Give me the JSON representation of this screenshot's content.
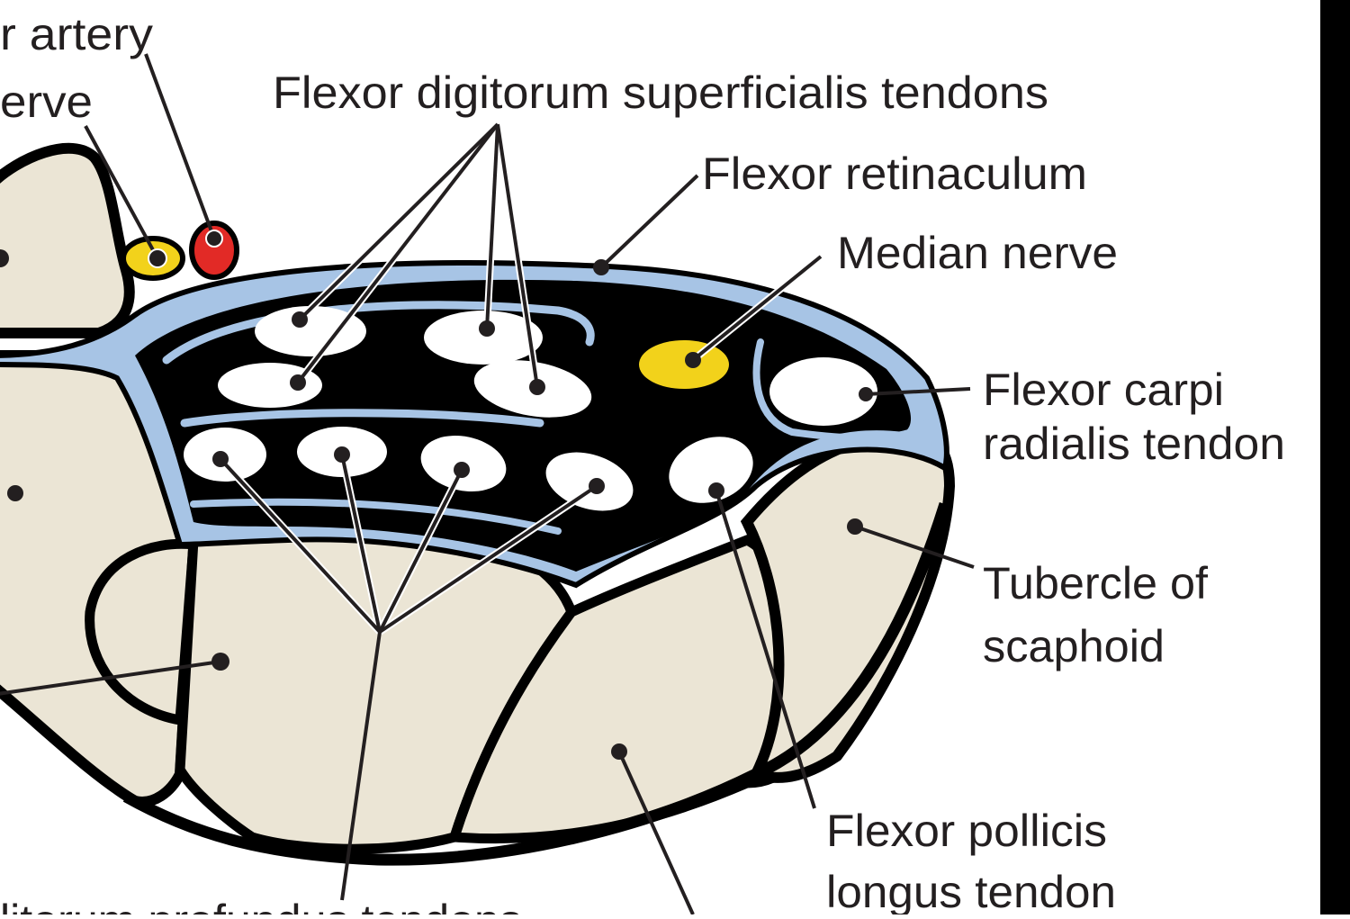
{
  "figure": {
    "subject": "Carpal tunnel cross-section",
    "colors": {
      "bone": "#ebe5d5",
      "synovial_sheath": "#a7c4e5",
      "tunnel_space": "#000000",
      "tendon": "#ffffff",
      "nerve": "#f2d21b",
      "artery": "#e22a26",
      "outline": "#000000",
      "leader": "#231f20"
    }
  },
  "labels": {
    "ulnar_artery": "r artery",
    "ulnar_nerve": "erve",
    "fds_tendons": "Flexor digitorum superficialis tendons",
    "flexor_retinaculum": "Flexor retinaculum",
    "median_nerve": "Median nerve",
    "fcr_tendon_line1": "Flexor carpi",
    "fcr_tendon_line2": "radialis tendon",
    "scaphoid_tubercle_line1": "Tubercle of",
    "scaphoid_tubercle_line2": "scaphoid",
    "fpl_tendon_line1": "Flexor pollicis",
    "fpl_tendon_line2": "longus tendon",
    "fdp_tendons_partial": "litorum profundus tendons"
  }
}
